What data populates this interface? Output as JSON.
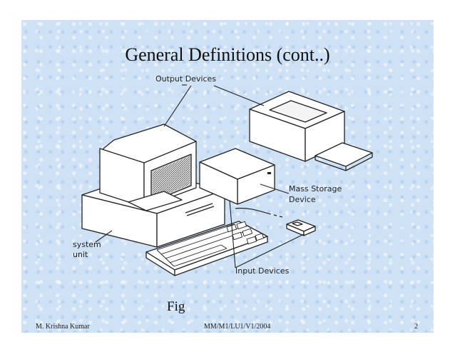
{
  "slide": {
    "title": "General Definitions (cont..)",
    "caption": "Fig"
  },
  "diagram": {
    "labels": {
      "output": "Output Devices",
      "mass_storage_line1": "Mass Storage",
      "mass_storage_line2": "Device",
      "system_line1": "system",
      "system_line2": "unit",
      "input": "Input Devices"
    }
  },
  "footer": {
    "author": "M. Krishna Kumar",
    "code": "MM/M1/LU1/V1/2004",
    "page": "2"
  }
}
